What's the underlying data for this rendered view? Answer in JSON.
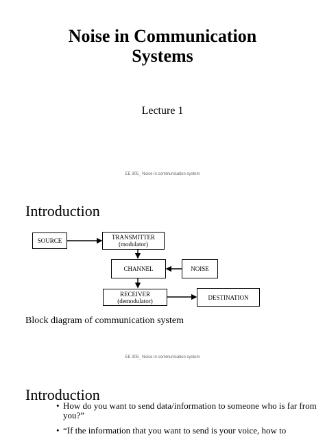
{
  "slide1": {
    "title_line1": "Noise in Communication",
    "title_line2": "Systems",
    "subtitle": "Lecture 1",
    "footer": "EE 305_ Noise in communication system"
  },
  "slide2": {
    "heading": "Introduction",
    "diagram": {
      "source": "SOURCE",
      "transmitter": "TRANSMITTER",
      "transmitter_sub": "(modulator)",
      "channel": "CHANNEL",
      "noise": "NOISE",
      "receiver": "RECEIVER",
      "receiver_sub": "(demodulator)",
      "destination": "DESTINATION"
    },
    "caption": "Block diagram of communication system",
    "footer": "EE 305_ Noise in communication system"
  },
  "slide3": {
    "heading": "Introduction",
    "bullets": [
      "How do you want to send data/information to someone who is far from you?”",
      "“If the information that you want to send is your voice, how to"
    ]
  }
}
